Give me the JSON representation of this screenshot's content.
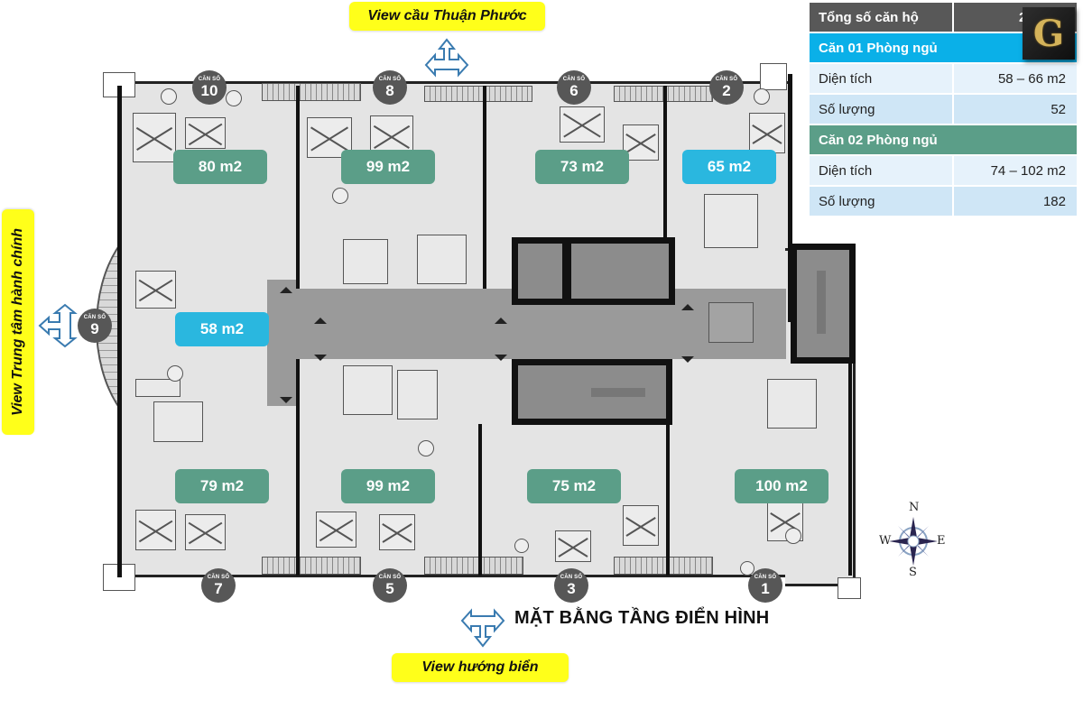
{
  "views": {
    "top": "View cầu Thuận Phước",
    "left": "View Trung tâm hành chính",
    "bottom": "View hướng biển"
  },
  "title": "MẶT BẰNG TẦNG ĐIỂN HÌNH",
  "unit_prefix": "CĂN SỐ",
  "units_top": [
    {
      "number": "10",
      "area": "80 m2",
      "type": "2PN",
      "color": "#5b9e88"
    },
    {
      "number": "8",
      "area": "99 m2",
      "type": "2PN",
      "color": "#5b9e88"
    },
    {
      "number": "6",
      "area": "73 m2",
      "type": "2PN",
      "color": "#5b9e88"
    },
    {
      "number": "2",
      "area": "65 m2",
      "type": "1PN",
      "color": "#2ab7df"
    }
  ],
  "unit_left": {
    "number": "9",
    "area": "58 m2",
    "type": "1PN",
    "color": "#2ab7df"
  },
  "units_bottom": [
    {
      "number": "7",
      "area": "79 m2",
      "type": "2PN",
      "color": "#5b9e88"
    },
    {
      "number": "5",
      "area": "99 m2",
      "type": "2PN",
      "color": "#5b9e88"
    },
    {
      "number": "3",
      "area": "75 m2",
      "type": "2PN",
      "color": "#5b9e88"
    },
    {
      "number": "1",
      "area": "100 m2",
      "type": "2PN",
      "color": "#5b9e88"
    }
  ],
  "summary": {
    "total_label": "Tổng số căn hộ",
    "total_value": "23",
    "one_bed": {
      "header": "Căn 01 Phòng ngủ",
      "area_label": "Diện tích",
      "area_value": "58 – 66 m2",
      "count_label": "Số lượng",
      "count_value": "52"
    },
    "two_bed": {
      "header": "Căn 02 Phòng ngủ",
      "area_label": "Diện tích",
      "area_value": "74 – 102 m2",
      "count_label": "Số lượng",
      "count_value": "182"
    }
  },
  "compass": {
    "n": "N",
    "s": "S",
    "e": "E",
    "w": "W"
  },
  "logo": "G",
  "colors": {
    "yellow": "#ffff1a",
    "green_badge": "#5b9e88",
    "blue_badge": "#2ab7df",
    "table_dark": "#585858",
    "table_blue": "#0ab0e8"
  }
}
